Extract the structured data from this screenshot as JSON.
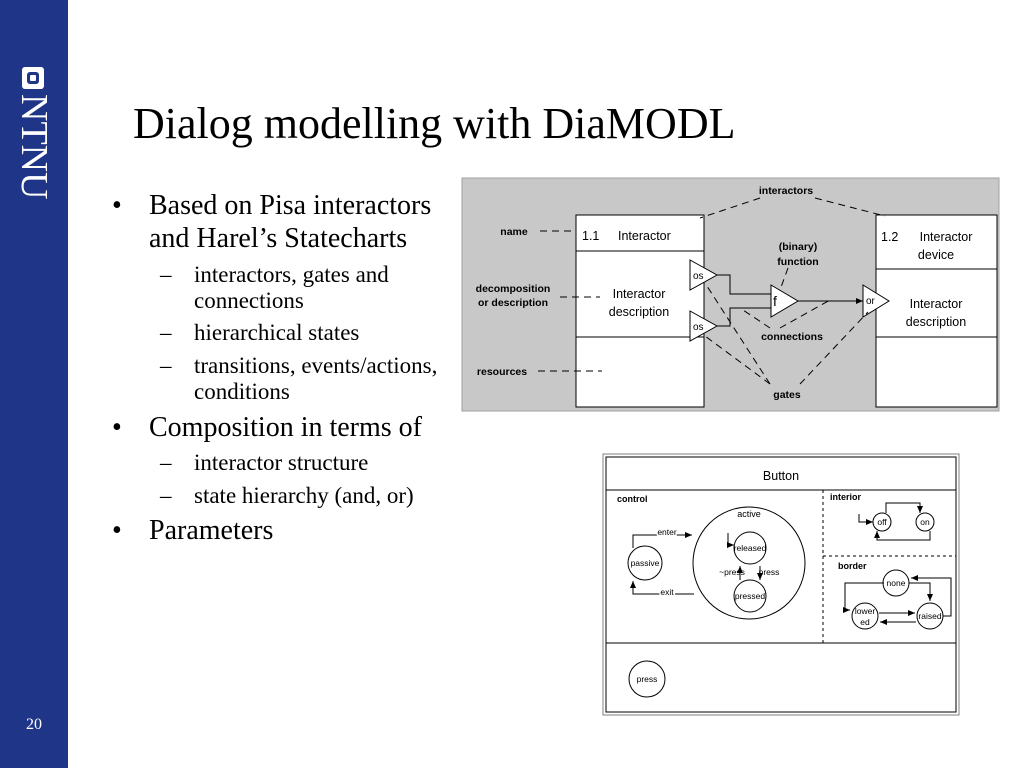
{
  "slide": {
    "title": "Dialog modelling with DiaMODL",
    "page_number": "20",
    "logo_text": "NTNU",
    "colors": {
      "sidebar": "#1f3587",
      "diagram_bg": "#c8c8c8"
    }
  },
  "bullets": [
    {
      "text": "Based on Pisa interactors and Harel’s Statecharts",
      "sub": [
        "interactors, gates and connections",
        "hierarchical states",
        "transitions, events/actions, conditions"
      ]
    },
    {
      "text": "Composition in terms of",
      "sub": [
        "interactor structure",
        "state hierarchy (and, or)"
      ]
    },
    {
      "text": "Parameters",
      "sub": []
    }
  ],
  "diagram1": {
    "interactors": "interactors",
    "name": "name",
    "decomposition": "decomposition",
    "or_description": "or description",
    "resources": "resources",
    "binary": "(binary)",
    "function": "function",
    "connections": "connections",
    "gates": "gates",
    "box1_num": "1.1",
    "box1_title": "Interactor",
    "box1_desc1": "Interactor",
    "box1_desc2": "description",
    "box2_num": "1.2",
    "box2_title1": "Interactor",
    "box2_title2": "device",
    "box2_desc1": "Interactor",
    "box2_desc2": "description",
    "gate_os1": "os",
    "gate_os2": "os",
    "gate_or": "or",
    "func_f": "f"
  },
  "diagram2": {
    "title": "Button",
    "control": "control",
    "interior": "interior",
    "border": "border",
    "active": "active",
    "enter": "enter",
    "exit": "exit",
    "passive": "passive",
    "released": "released",
    "pressed": "pressed",
    "neg_press": "~press",
    "press": "press",
    "off": "off",
    "on": "on",
    "none": "none",
    "lowered1": "lower",
    "lowered2": "ed",
    "raised": "raised",
    "press_gate": "press"
  }
}
